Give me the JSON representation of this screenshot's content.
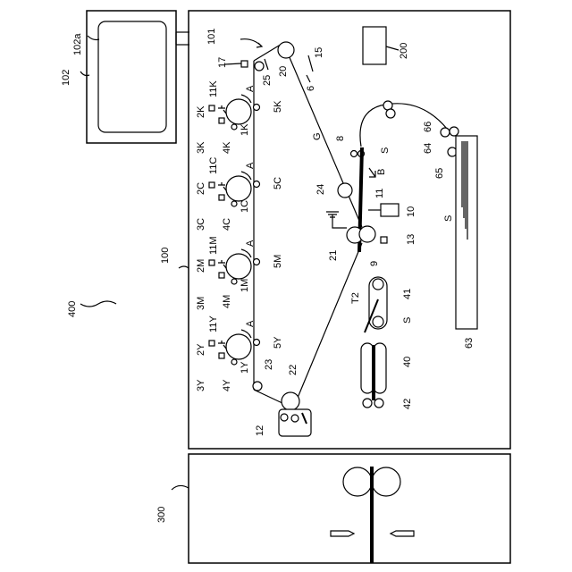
{
  "labels": {
    "n400": "400",
    "n300": "300",
    "n100": "100",
    "n101": "101",
    "n102": "102",
    "n102a": "102a",
    "n200": "200",
    "n15": "15",
    "n6": "6",
    "n20": "20",
    "n25": "25",
    "n17": "17",
    "n11K": "11K",
    "n2K": "2K",
    "n3K": "3K",
    "n4K": "4K",
    "n5K": "5K",
    "n1K": "1K",
    "n11C": "11C",
    "n2C": "2C",
    "n3C": "3C",
    "n4C": "4C",
    "n5C": "5C",
    "n1C": "1C",
    "n11M": "11M",
    "n2M": "2M",
    "n3M": "3M",
    "n4M": "4M",
    "n5M": "5M",
    "n1M": "1M",
    "n11Y": "11Y",
    "n2Y": "2Y",
    "n3Y": "3Y",
    "n4Y": "4Y",
    "n5Y": "5Y",
    "n1Y": "1Y",
    "A": "A",
    "G": "G",
    "B": "B",
    "S": "S",
    "n8": "8",
    "n24": "24",
    "n11": "11",
    "n10": "10",
    "n13": "13",
    "n21": "21",
    "n9": "9",
    "T2": "T2",
    "n41": "41",
    "n40": "40",
    "n42": "42",
    "n22": "22",
    "n23": "23",
    "n12": "12",
    "n66": "66",
    "n64": "64",
    "n65": "65",
    "n63": "63"
  }
}
